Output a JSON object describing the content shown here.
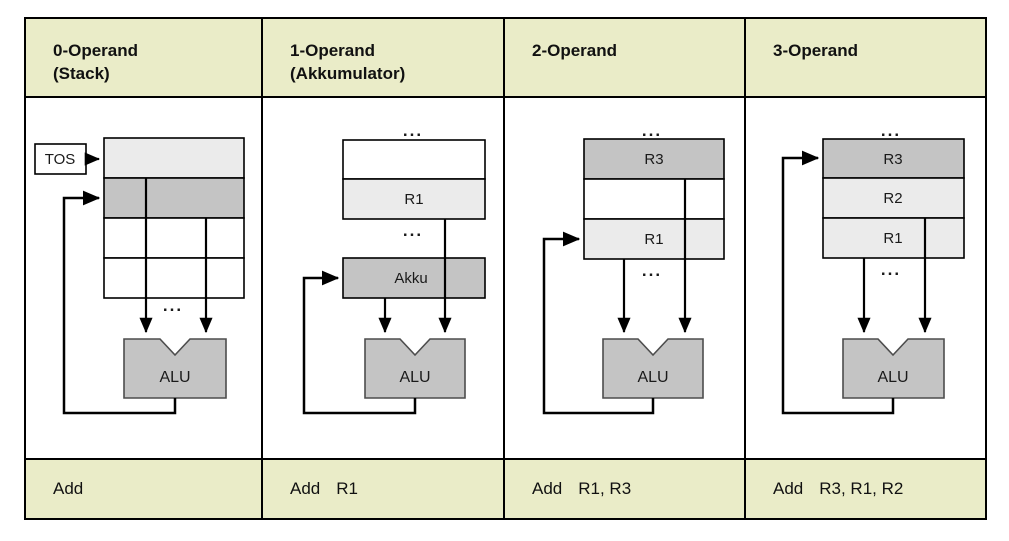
{
  "table": {
    "columns": [
      {
        "header_line1": "0-Operand",
        "header_line2": "(Stack)",
        "mnemonic": "Add",
        "operands": ""
      },
      {
        "header_line1": "1-Operand",
        "header_line2": "(Akkumulator)",
        "mnemonic": "Add",
        "operands": "R1"
      },
      {
        "header_line1": "2-Operand",
        "header_line2": "",
        "mnemonic": "Add",
        "operands": "R1, R3"
      },
      {
        "header_line1": "3-Operand",
        "header_line2": "",
        "mnemonic": "Add",
        "operands": "R3, R1, R2"
      }
    ]
  },
  "labels": {
    "tos": "TOS",
    "alu": "ALU",
    "akku": "Akku",
    "r1": "R1",
    "r2": "R2",
    "r3": "R3",
    "ellipsis": "..."
  },
  "colors": {
    "header_bg": "#eaecc8",
    "register_light": "#ebebeb",
    "register_mid": "#c4c4c4",
    "alu_fill": "#c4c4c4",
    "alu_stroke": "#4d4d4d",
    "line": "#000000",
    "border": "#000000"
  }
}
